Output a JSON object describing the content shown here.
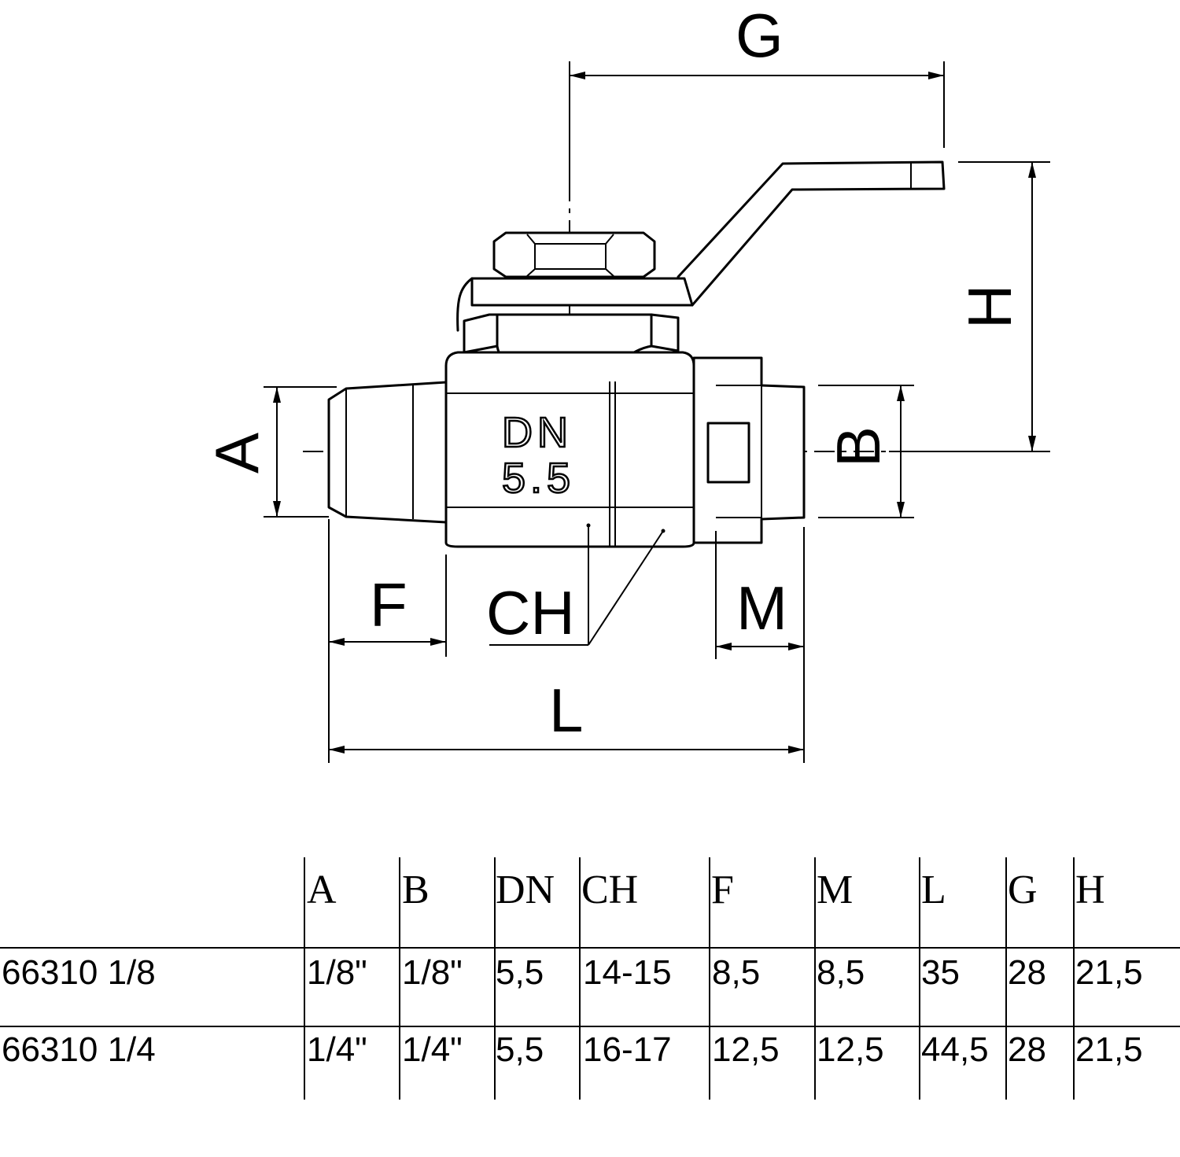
{
  "drawing": {
    "dimension_labels": {
      "g": "G",
      "h": "H",
      "a": "A",
      "b": "B",
      "f": "F",
      "ch": "CH",
      "m": "M",
      "l": "L"
    },
    "body_marking": {
      "line1": "DN",
      "line2": "5.5"
    }
  },
  "table": {
    "headers": [
      "A",
      "B",
      "DN",
      "CH",
      "F",
      "M",
      "L",
      "G",
      "H"
    ],
    "rows": [
      {
        "code": "66310 1/8",
        "values": [
          "1/8\"",
          "1/8\"",
          "5,5",
          "14-15",
          "8,5",
          "8,5",
          "35",
          "28",
          "21,5"
        ]
      },
      {
        "code": "66310 1/4",
        "values": [
          "1/4\"",
          "1/4\"",
          "5,5",
          "16-17",
          "12,5",
          "12,5",
          "44,5",
          "28",
          "21,5"
        ]
      }
    ]
  }
}
